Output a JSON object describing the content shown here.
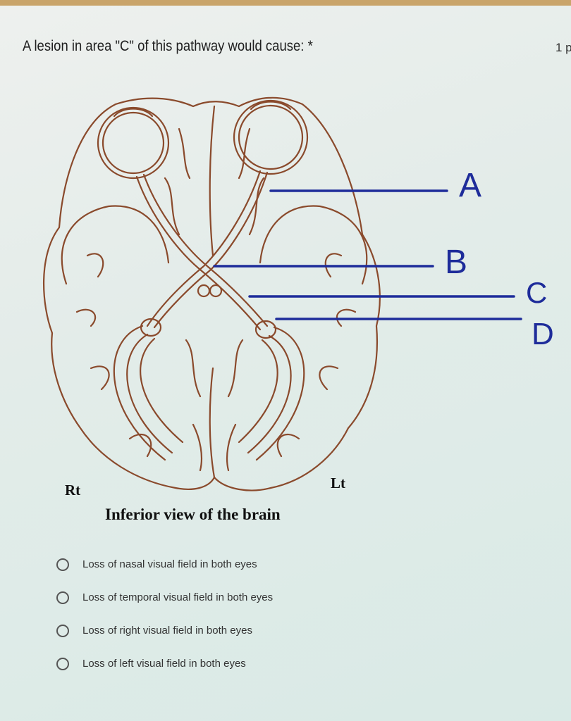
{
  "question": {
    "title": "A lesion in area \"C\" of this pathway would cause:",
    "required_marker": "*",
    "points": "1 p"
  },
  "diagram": {
    "markers": [
      "A",
      "B",
      "C",
      "D"
    ],
    "side_right": "Rt",
    "side_left": "Lt",
    "caption": "Inferior view of the brain",
    "pointer_color": "#1e2c9a",
    "outline_color": "#8a4a2c"
  },
  "options": [
    {
      "label": "Loss of nasal visual field in both eyes"
    },
    {
      "label": "Loss of temporal visual field in both eyes"
    },
    {
      "label": "Loss of right visual field in both eyes"
    },
    {
      "label": "Loss of left visual field in both eyes"
    }
  ]
}
